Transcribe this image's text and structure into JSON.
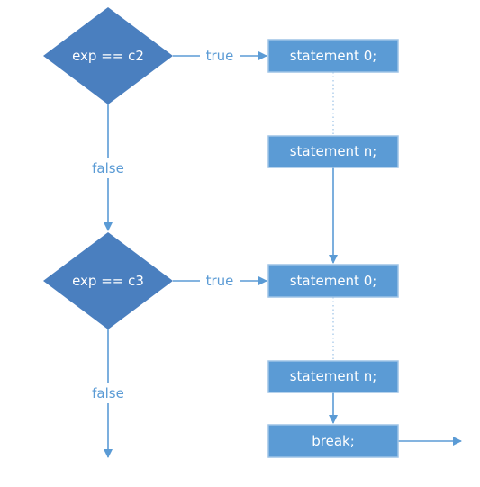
{
  "colors": {
    "decision_fill": "#4a7fbf",
    "box_fill": "#5b9bd5",
    "box_border": "#9dc3e6",
    "line": "#5b9bd5",
    "shape_text": "#ffffff",
    "edge_text": "#5b9bd5"
  },
  "decisions": {
    "case_c2": "exp == c2",
    "case_c3": "exp == c3"
  },
  "statements": {
    "c2_first": "statement 0;",
    "c2_last": "statement n;",
    "c3_first": "statement 0;",
    "c3_last": "statement n;",
    "break": "break;"
  },
  "edge_labels": {
    "c2_true": "true",
    "c2_false": "false",
    "c3_true": "true",
    "c3_false": "false"
  }
}
